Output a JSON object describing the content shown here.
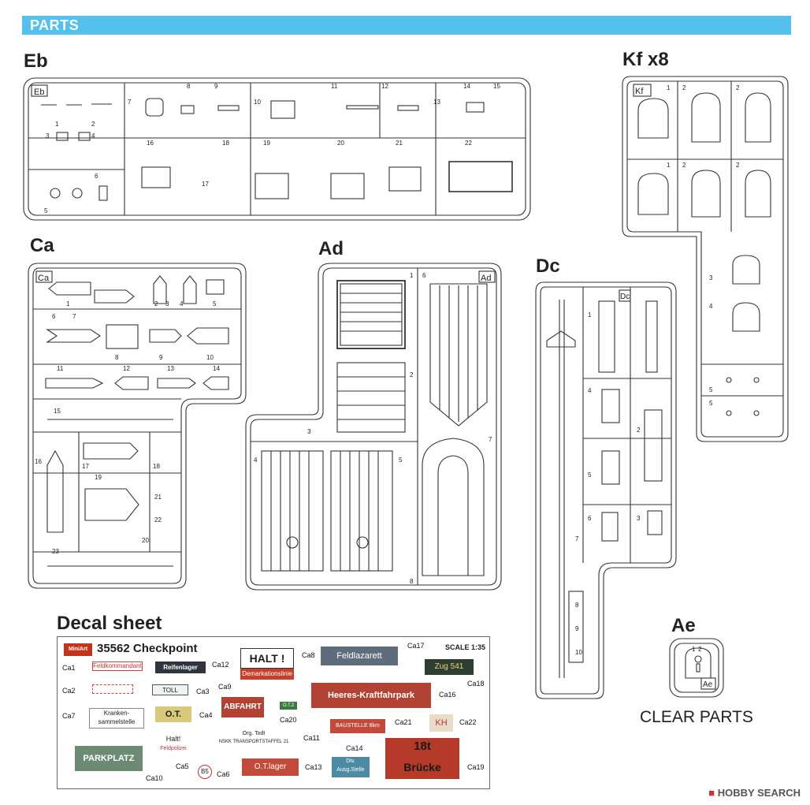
{
  "header": {
    "title": "PARTS"
  },
  "sections": {
    "eb": "Eb",
    "kf": "Kf x8",
    "ca": "Ca",
    "ad": "Ad",
    "dc": "Dc",
    "ae": "Ae",
    "clear_parts": "CLEAR PARTS"
  },
  "sprue_tags": {
    "eb": "Eb",
    "kf": "Kf",
    "ca": "Ca",
    "ad": "Ad",
    "dc": "Dc",
    "ae": "Ae"
  },
  "eb_numbers": [
    "1",
    "2",
    "3",
    "4",
    "5",
    "6",
    "7",
    "8",
    "9",
    "10",
    "11",
    "12",
    "13",
    "14",
    "15",
    "16",
    "17",
    "18",
    "19",
    "20",
    "21",
    "22"
  ],
  "kf_numbers": [
    "1",
    "2",
    "2",
    "1",
    "2",
    "2",
    "3",
    "4",
    "5",
    "5"
  ],
  "ca_numbers": [
    "1",
    "2",
    "3",
    "4",
    "5",
    "6",
    "7",
    "8",
    "9",
    "10",
    "11",
    "12",
    "13",
    "14",
    "15",
    "16",
    "17",
    "18",
    "19",
    "20",
    "21",
    "22",
    "23"
  ],
  "ad_numbers": [
    "1",
    "2",
    "3",
    "4",
    "5",
    "6",
    "7",
    "8"
  ],
  "dc_numbers": [
    "1",
    "2",
    "3",
    "4",
    "5",
    "6",
    "7",
    "8",
    "9",
    "10"
  ],
  "ae_numbers": [
    "1",
    "2"
  ],
  "decal": {
    "title": "Decal sheet",
    "logo": "MiniArt",
    "sheet_name": "35562  Checkpoint",
    "scale": "SCALE 1:35",
    "labels": [
      "Ca1",
      "Ca2",
      "Ca3",
      "Ca4",
      "Ca5",
      "Ca6",
      "Ca7",
      "Ca8",
      "Ca9",
      "Ca10",
      "Ca11",
      "Ca12",
      "Ca13",
      "Ca14",
      "Ca16",
      "Ca17",
      "Ca18",
      "Ca19",
      "Ca20",
      "Ca21",
      "Ca22"
    ],
    "signs": {
      "feldkommandantur": "Feldkommandantur",
      "reifenlager": "Reifenlager",
      "halt_main": "HALT !",
      "demarkationslinie": "Demarkationslinie",
      "feldlazarett": "Feldlazarett",
      "zug": "Zug 541",
      "toll": "TOLL",
      "heeres": "Heeres-Kraftfahrpark",
      "kranken": "Kranken-sammelstelle",
      "ot": "O.T.",
      "abfahrt": "ABFAHRT",
      "ot2": "O.T.2",
      "baustelle": "BAUSTELLE 8km",
      "kh": "KH",
      "halt_fp": "Halt!",
      "feldpolizei": "Feldpolizei",
      "org_todt": "Org. Todt",
      "nskk": "NSKK TRANSPORTSTAFFEL 21",
      "parkplatz": "PARKPLATZ",
      "b5": "B5",
      "ot_lager": "O.T.lager",
      "div": "Div. Ausg.Stelle",
      "brucke_top": "18t",
      "brucke": "Brücke"
    }
  },
  "watermark": "HOBBY SEARCH"
}
